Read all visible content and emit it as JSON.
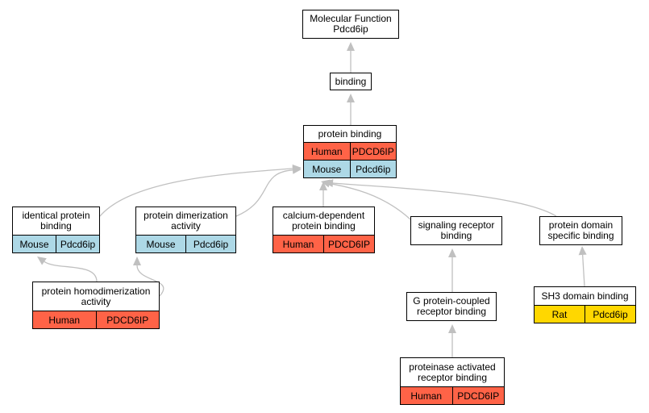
{
  "colors": {
    "edge": "#c0c0c0",
    "Human": "#ff6347",
    "Mouse": "#add8e6",
    "Rat": "#ffd700"
  },
  "nodes": {
    "molecular_function": {
      "title": "Molecular Function\nPdcd6ip",
      "annotations": []
    },
    "binding": {
      "title": "binding",
      "annotations": []
    },
    "protein_binding": {
      "title": "protein binding",
      "annotations": [
        {
          "species": "Human",
          "gene": "PDCD6IP"
        },
        {
          "species": "Mouse",
          "gene": "Pdcd6ip"
        }
      ]
    },
    "identical_protein_binding": {
      "title": "identical protein\nbinding",
      "annotations": [
        {
          "species": "Mouse",
          "gene": "Pdcd6ip"
        }
      ]
    },
    "protein_dimerization_activity": {
      "title": "protein dimerization\nactivity",
      "annotations": [
        {
          "species": "Mouse",
          "gene": "Pdcd6ip"
        }
      ]
    },
    "calcium_dependent_protein_binding": {
      "title": "calcium-dependent\nprotein binding",
      "annotations": [
        {
          "species": "Human",
          "gene": "PDCD6IP"
        }
      ]
    },
    "signaling_receptor_binding": {
      "title": "signaling receptor\nbinding",
      "annotations": []
    },
    "protein_domain_specific_binding": {
      "title": "protein domain\nspecific binding",
      "annotations": []
    },
    "protein_homodimerization_activity": {
      "title": "protein homodimerization\nactivity",
      "annotations": [
        {
          "species": "Human",
          "gene": "PDCD6IP"
        }
      ]
    },
    "g_protein_coupled_receptor_binding": {
      "title": "G protein-coupled\nreceptor binding",
      "annotations": []
    },
    "sh3_domain_binding": {
      "title": "SH3 domain binding",
      "annotations": [
        {
          "species": "Rat",
          "gene": "Pdcd6ip"
        }
      ]
    },
    "proteinase_activated_receptor_binding": {
      "title": "proteinase activated\nreceptor binding",
      "annotations": [
        {
          "species": "Human",
          "gene": "PDCD6IP"
        }
      ]
    }
  },
  "edges": [
    {
      "from": "binding",
      "to": "molecular_function"
    },
    {
      "from": "protein_binding",
      "to": "binding"
    },
    {
      "from": "identical_protein_binding",
      "to": "protein_binding"
    },
    {
      "from": "protein_dimerization_activity",
      "to": "protein_binding"
    },
    {
      "from": "calcium_dependent_protein_binding",
      "to": "protein_binding"
    },
    {
      "from": "signaling_receptor_binding",
      "to": "protein_binding"
    },
    {
      "from": "protein_domain_specific_binding",
      "to": "protein_binding"
    },
    {
      "from": "protein_homodimerization_activity",
      "to": "identical_protein_binding"
    },
    {
      "from": "protein_homodimerization_activity",
      "to": "protein_dimerization_activity"
    },
    {
      "from": "g_protein_coupled_receptor_binding",
      "to": "signaling_receptor_binding"
    },
    {
      "from": "proteinase_activated_receptor_binding",
      "to": "g_protein_coupled_receptor_binding"
    },
    {
      "from": "sh3_domain_binding",
      "to": "protein_domain_specific_binding"
    }
  ]
}
